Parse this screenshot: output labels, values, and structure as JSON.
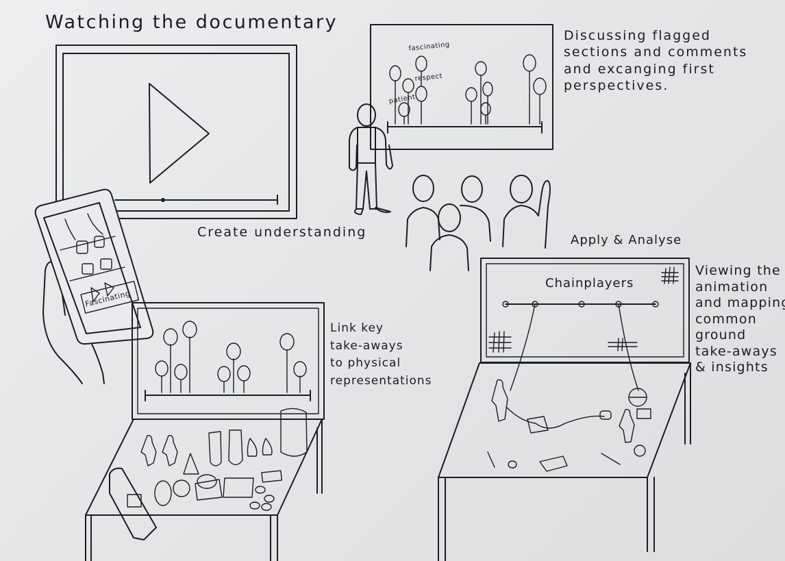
{
  "headings": {
    "watching": "Watching the documentary",
    "discussing": "Discussing flagged\nsections and comments\nand excanging first\nperspectives.",
    "create": "Create understanding",
    "apply": "Apply & Analyse",
    "viewing": "Viewing the\nanimation\nand mapping\ncommon\nground\ntake-aways\n& insights",
    "link": "Link key\ntake-aways\nto physical\nrepresentations"
  },
  "labels": {
    "chainplayers": "Chainplayers",
    "phone_button": "Fascinating",
    "tag_fascinating": "fascinating",
    "tag_respect": "respect",
    "tag_patient": "patient"
  },
  "icons": {
    "play": "play-icon",
    "phone": "smartphone-icon",
    "grid": "hash-grid-icon"
  },
  "colors": {
    "paper": "#e6e8e9",
    "ink": "#1c1c22"
  }
}
